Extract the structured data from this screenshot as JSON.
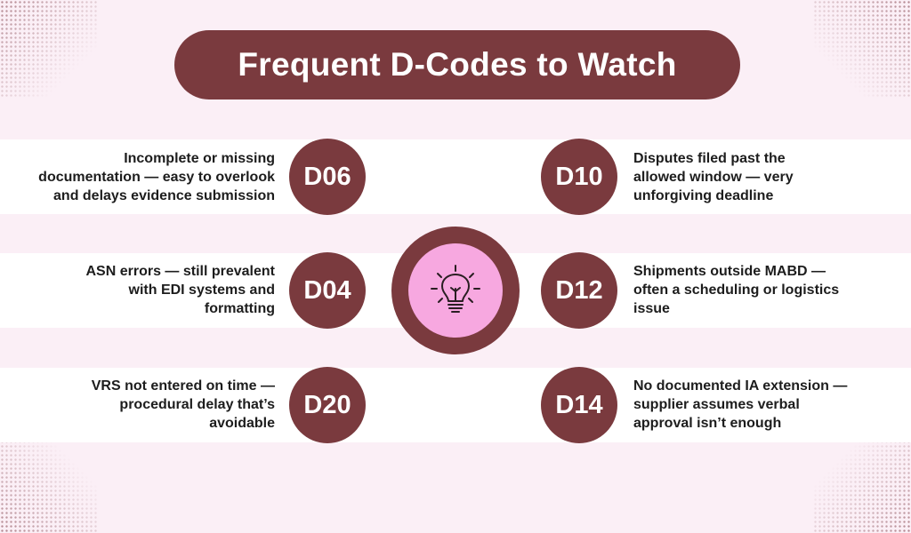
{
  "title": "Frequent D-Codes to Watch",
  "center_icon": "lightbulb-icon",
  "colors": {
    "accent": "#7a3a3e",
    "hub": "#f7a8e0",
    "background": "#fbeff6"
  },
  "left_items": [
    {
      "code": "D06",
      "lines": [
        "Incomplete or missing",
        "documentation — easy to overlook",
        "and delays evidence submission"
      ]
    },
    {
      "code": "D04",
      "lines": [
        "ASN errors — still prevalent",
        "with EDI systems and",
        "formatting"
      ]
    },
    {
      "code": "D20",
      "lines": [
        "VRS not entered on time —",
        "procedural delay that’s",
        "avoidable"
      ]
    }
  ],
  "right_items": [
    {
      "code": "D10",
      "lines": [
        "Disputes filed past the",
        "allowed window — very",
        "unforgiving deadline"
      ]
    },
    {
      "code": "D12",
      "lines": [
        "Shipments outside MABD —",
        "often a scheduling or logistics",
        "issue"
      ]
    },
    {
      "code": "D14",
      "lines": [
        "No documented IA extension —",
        "supplier assumes verbal",
        "approval isn’t enough"
      ]
    }
  ]
}
